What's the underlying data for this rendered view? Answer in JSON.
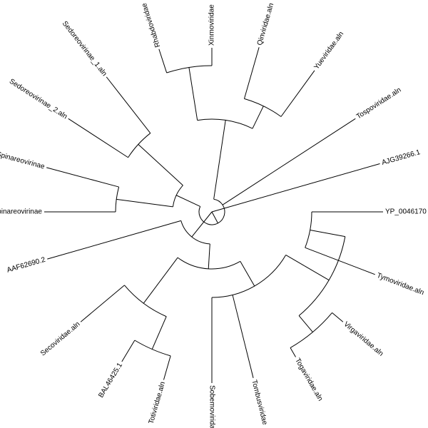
{
  "tree": {
    "line_color": "#000000",
    "leaves": [
      {
        "id": "rhabdo",
        "label": "Rhabdoviridae"
      },
      {
        "id": "xinmo",
        "label": "Xinmoviridae"
      },
      {
        "id": "qinvi",
        "label": "Qinviridae.aln"
      },
      {
        "id": "yuevi",
        "label": "Yueviridae.aln"
      },
      {
        "id": "tospo",
        "label": "Tospoviridae.aln"
      },
      {
        "id": "ajg",
        "label": "AJG39266.1"
      },
      {
        "id": "yp",
        "label": "YP_0046170"
      },
      {
        "id": "tymo",
        "label": "Tymoviridae.aln"
      },
      {
        "id": "virga",
        "label": "Virgaviridae.aln"
      },
      {
        "id": "toga",
        "label": "Togaviridae.aln"
      },
      {
        "id": "tombus",
        "label": "Tombusviridae"
      },
      {
        "id": "sobemo",
        "label": "Sobemoviridae"
      },
      {
        "id": "totivi",
        "label": "Totiviridae.aln"
      },
      {
        "id": "bal",
        "label": "BAL46425.1"
      },
      {
        "id": "seco",
        "label": "Secoviridae.aln"
      },
      {
        "id": "aaf",
        "label": "AAF62690.2"
      },
      {
        "id": "spina2",
        "label": "Spinareovirinae"
      },
      {
        "id": "spina1",
        "label": "Spinareovirinae"
      },
      {
        "id": "sedo2",
        "label": "Sedoreovirinae_2.aln"
      },
      {
        "id": "sedo1",
        "label": "Sedoreovirinae_1.aln"
      }
    ]
  }
}
